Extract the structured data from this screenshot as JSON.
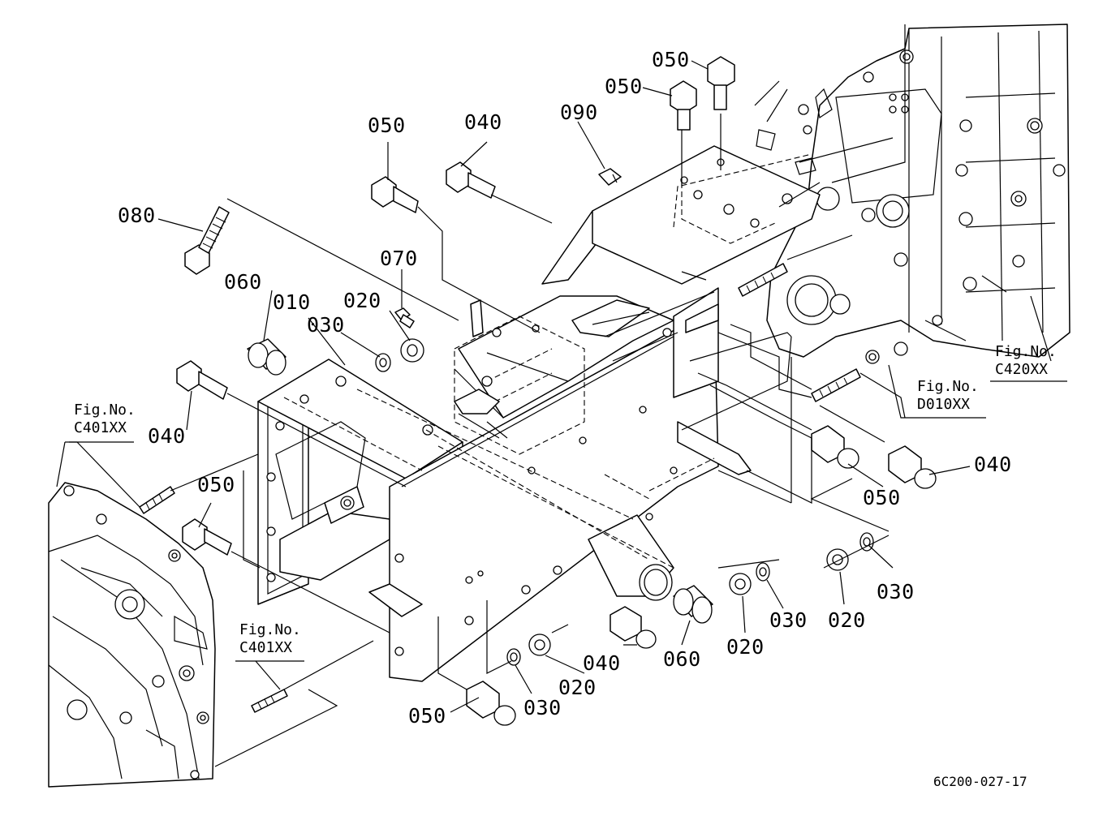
{
  "diagram": {
    "part_labels": {
      "p010": "010",
      "p020_a": "020",
      "p020_b": "020",
      "p020_c": "020",
      "p020_d": "020",
      "p030_a": "030",
      "p030_b": "030",
      "p030_c": "030",
      "p030_d": "030",
      "p040_a": "040",
      "p040_b": "040",
      "p040_c": "040",
      "p040_d": "040",
      "p050_a": "050",
      "p050_b": "050",
      "p050_c": "050",
      "p050_d": "050",
      "p050_e": "050",
      "p050_f": "050",
      "p060_a": "060",
      "p060_b": "060",
      "p070": "070",
      "p080": "080",
      "p090": "090"
    },
    "figure_refs": {
      "c420": {
        "line1": "Fig.No.",
        "line2": "C420XX"
      },
      "d010": {
        "line1": "Fig.No.",
        "line2": "D010XX"
      },
      "c401_top": {
        "line1": "Fig.No.",
        "line2": "C401XX"
      },
      "c401_bottom": {
        "line1": "Fig.No.",
        "line2": "C401XX"
      }
    },
    "drawing_code": "6C200-027-17"
  }
}
